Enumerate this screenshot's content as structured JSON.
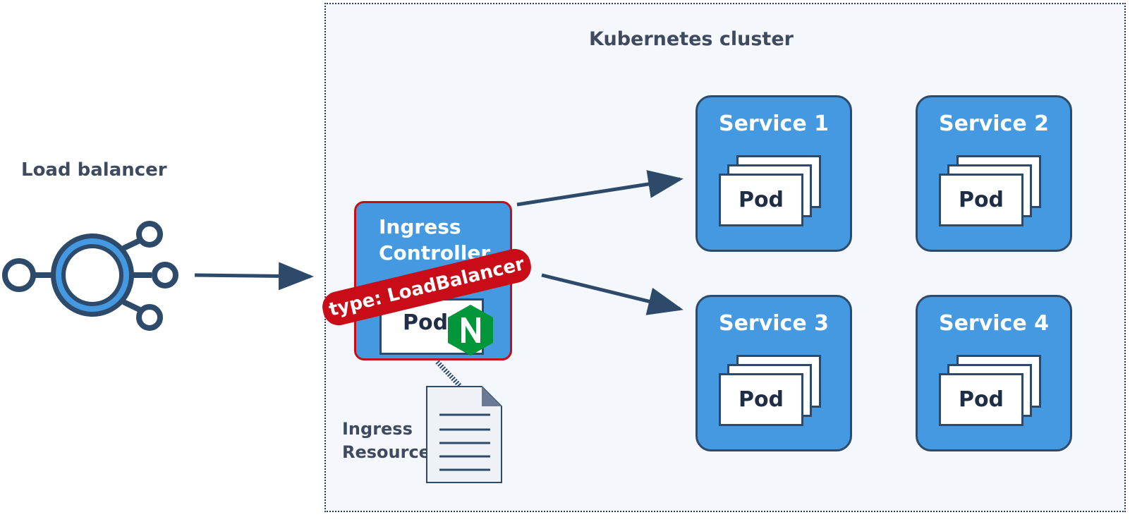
{
  "load_balancer": {
    "label": "Load balancer",
    "icon": "load-balancer-icon"
  },
  "cluster": {
    "title": "Kubernetes cluster"
  },
  "ingress_controller": {
    "title_line1": "Ingress",
    "title_line2": "Controller",
    "service_type_label": "type: LoadBalancer",
    "pod_label": "Pod",
    "logo": "nginx-logo-icon"
  },
  "ingress_resource": {
    "label_line1": "Ingress",
    "label_line2": "Resource",
    "icon": "document-icon"
  },
  "services": [
    {
      "title": "Service 1",
      "pod_label": "Pod"
    },
    {
      "title": "Service 2",
      "pod_label": "Pod"
    },
    {
      "title": "Service 3",
      "pod_label": "Pod"
    },
    {
      "title": "Service 4",
      "pod_label": "Pod"
    }
  ],
  "colors": {
    "service_fill": "#4499e0",
    "border_dark": "#2e4a6a",
    "accent_red": "#c80c18",
    "nginx_green": "#009639",
    "text_dark": "#3f4a5f"
  }
}
